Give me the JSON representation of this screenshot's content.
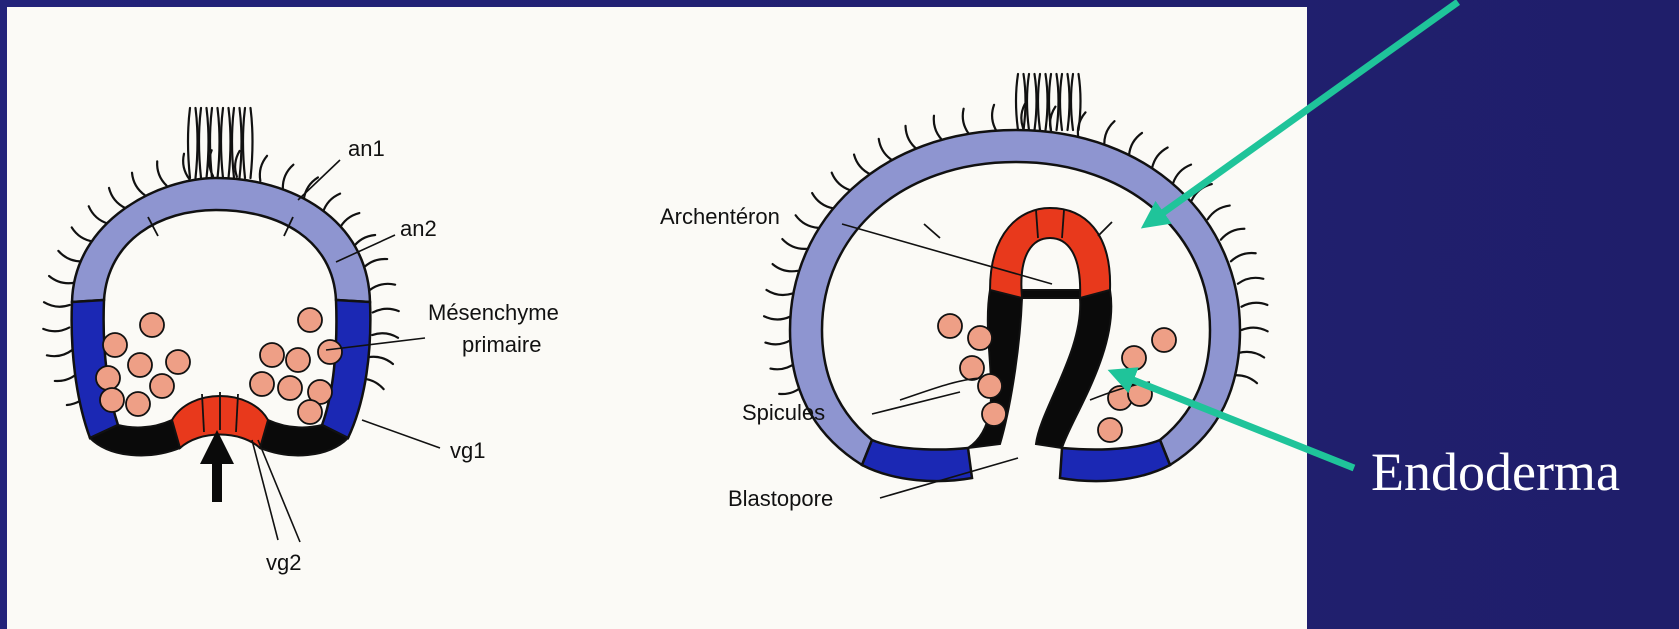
{
  "colors": {
    "background": "#1f1f6b",
    "panel": "#fbfaf6",
    "ectoderm_animal": "#8e95d0",
    "ectoderm_vegetal": "#1b28b4",
    "vegetal_black": "#0a0a0a",
    "endoderm_red": "#e8391c",
    "mesenchyme_cells": "#ee9f86",
    "annotation_arrow": "#1fc49a",
    "slide_text": "#ffffff"
  },
  "left_diagram": {
    "labels": {
      "an1": "an1",
      "an2": "an2",
      "mesenchyme_line1": "Mésenchyme",
      "mesenchyme_line2": "primaire",
      "vg1": "vg1",
      "vg2": "vg2"
    }
  },
  "right_diagram": {
    "labels": {
      "archenteron": "Archentéron",
      "spicules": "Spicules",
      "blastopore": "Blastopore"
    }
  },
  "slide_annotation": {
    "endoderm_label": "Endoderma"
  }
}
